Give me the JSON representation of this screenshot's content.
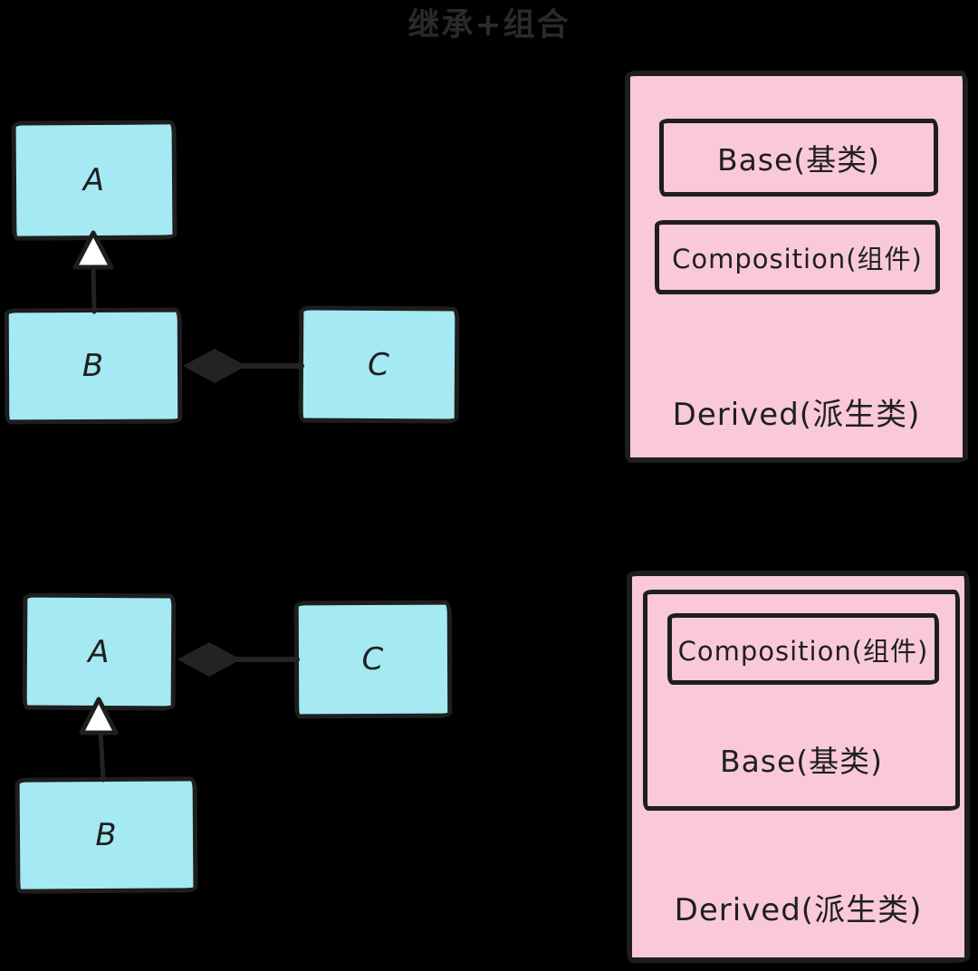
{
  "title": "继承+组合",
  "colors": {
    "background": "#000000",
    "stroke": "#1e1e1e",
    "line": "#232323",
    "cyan_fill": "#a5e9f2",
    "pink_fill": "#f9c9da",
    "arrowhead_fill": "#ffffff",
    "title_color": "#2a2a2a",
    "text_color": "#1f1f1f"
  },
  "left_top": {
    "class_a": "A",
    "class_b": "B",
    "class_c": "C",
    "relations": {
      "b_inherits_a": "inheritance (hollow triangle from B up to A)",
      "c_composed_into_b": "composition (filled diamond from C into B)"
    }
  },
  "left_bottom": {
    "class_a": "A",
    "class_b": "B",
    "class_c": "C",
    "relations": {
      "b_inherits_a": "inheritance (hollow triangle from B up to A)",
      "c_composed_into_a": "composition (filled diamond from C into A)"
    }
  },
  "right_top": {
    "base": "Base(基类)",
    "composition": "Composition(组件)",
    "derived": "Derived(派生类)"
  },
  "right_bottom": {
    "composition": "Composition(组件)",
    "base": "Base(基类)",
    "derived": "Derived(派生类)"
  }
}
